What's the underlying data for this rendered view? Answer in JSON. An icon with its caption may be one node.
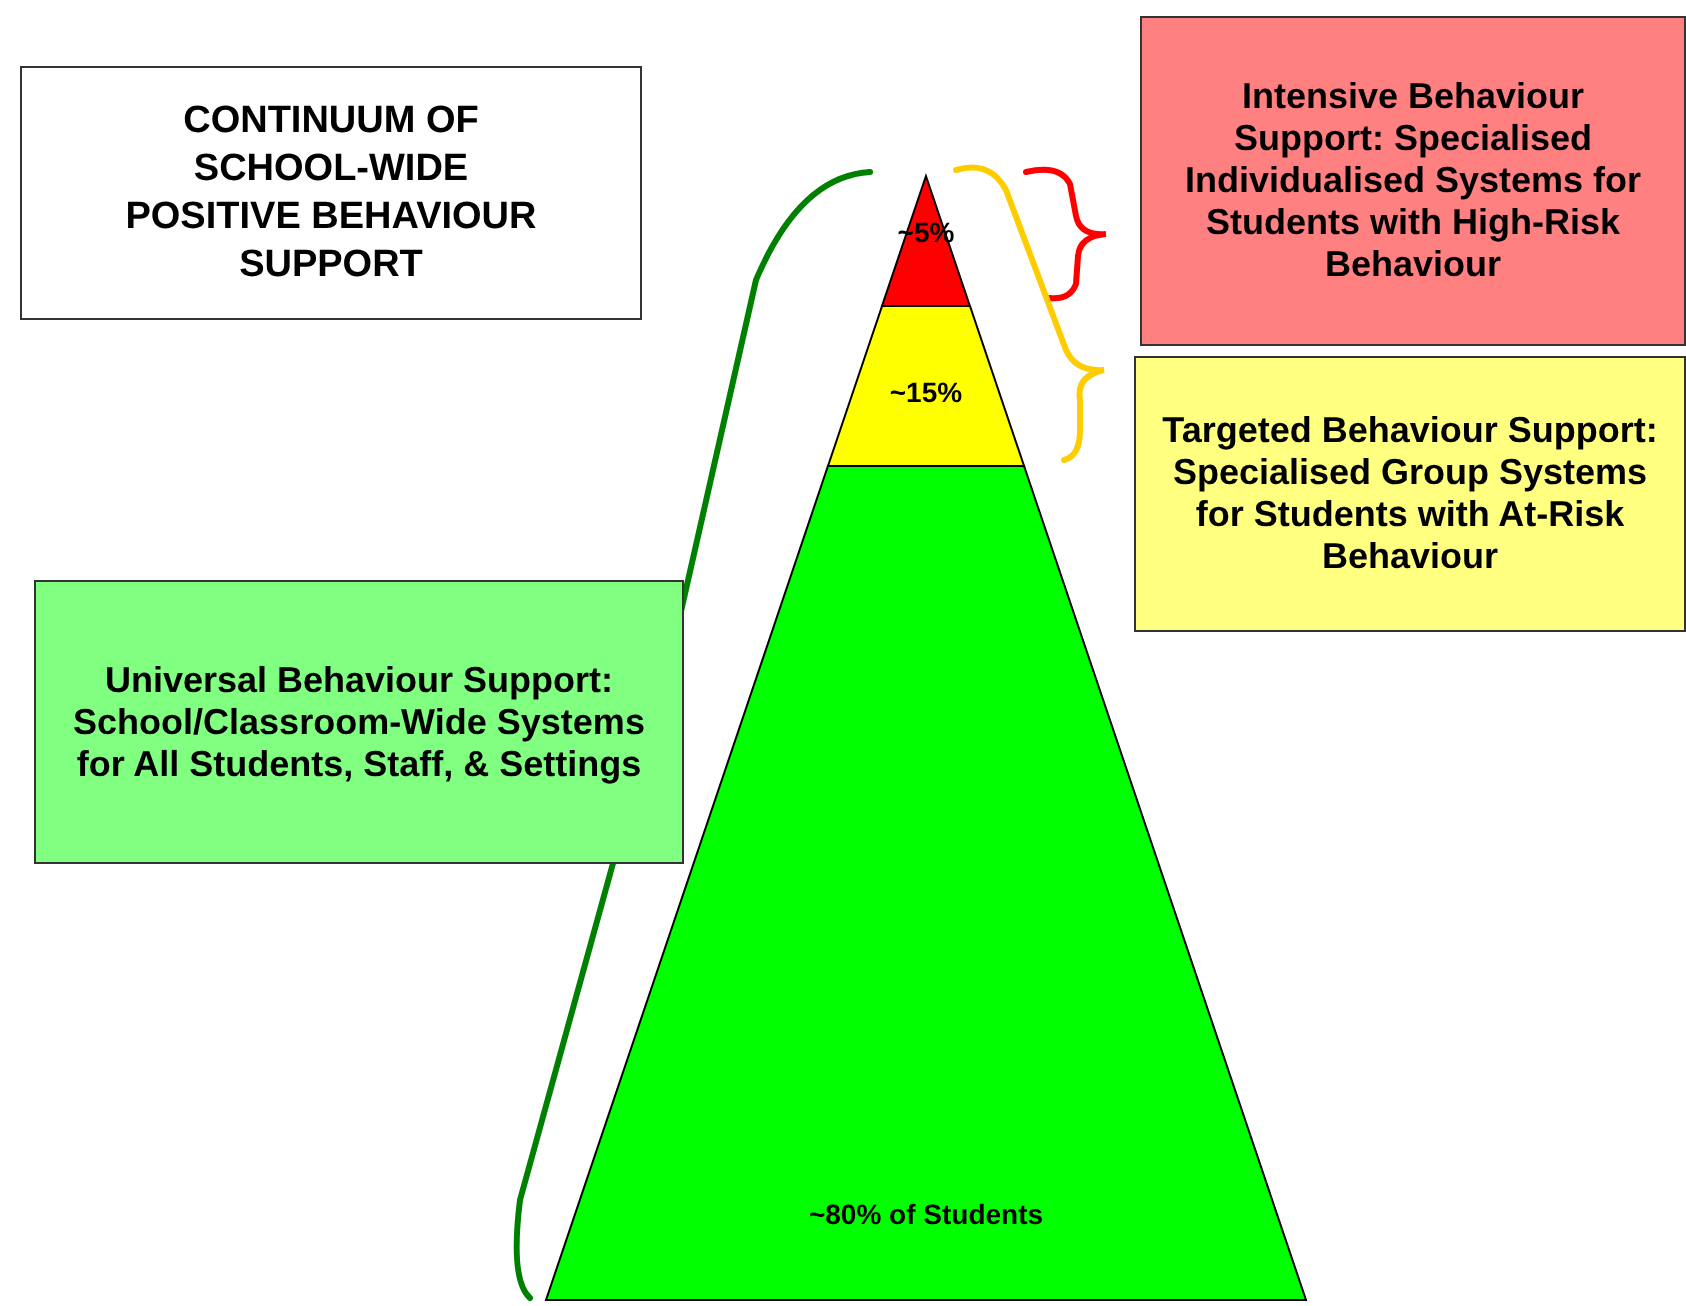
{
  "diagram": {
    "title": "CONTINUUM OF SCHOOL-WIDE POSITIVE BEHAVIOUR SUPPORT",
    "nodes": [
      {
        "text": [
          "Intensive Behaviour Support: Specialised Individualised Systems for Students with High-Risk Behaviour"
        ]
      },
      {
        "text": [
          "~5%"
        ]
      },
      {
        "text": [
          "~15%"
        ]
      },
      {
        "text": [
          "Targeted Behaviour Support: Specialised Group Systems for Students with At-Risk Behaviour"
        ]
      },
      {
        "text": [
          "Universal Behaviour Support: School/Classroom-Wide Systems for All Students, Staff, & Settings"
        ]
      },
      {
        "text": [
          "~80% of Students"
        ]
      }
    ]
  }
}
